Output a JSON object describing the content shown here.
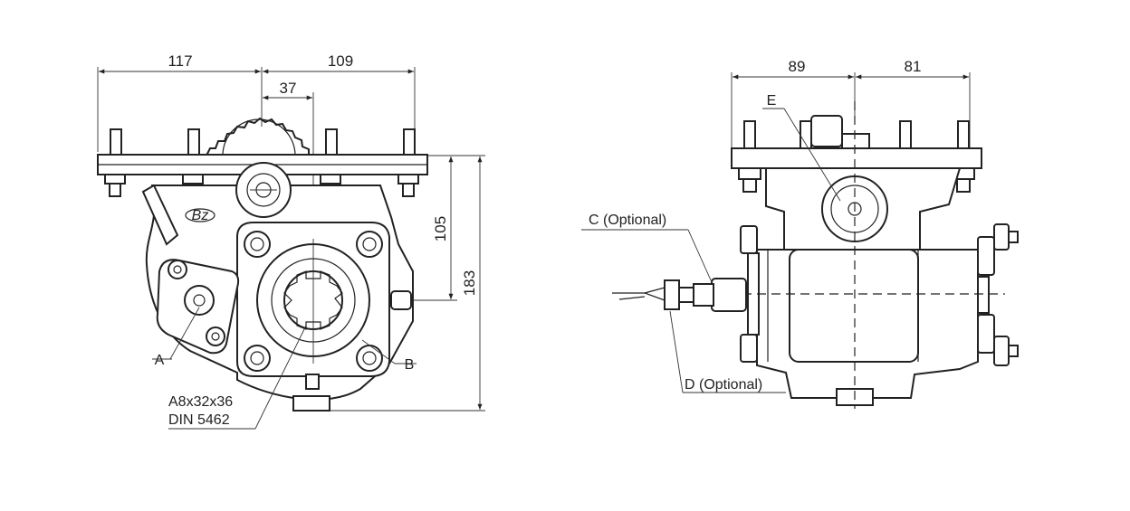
{
  "dimensions": {
    "front_width_left": "117",
    "front_width_right": "109",
    "front_offset": "37",
    "front_height_axis": "105",
    "front_height_total": "183",
    "side_width_left": "89",
    "side_width_right": "81"
  },
  "labels": {
    "a": "A",
    "b": "B",
    "spline_line1": "A8x32x36",
    "spline_line2": "DIN 5462",
    "c_optional": "C (Optional)",
    "d_optional": "D (Optional)",
    "e": "E"
  },
  "logo_text": "Bz"
}
